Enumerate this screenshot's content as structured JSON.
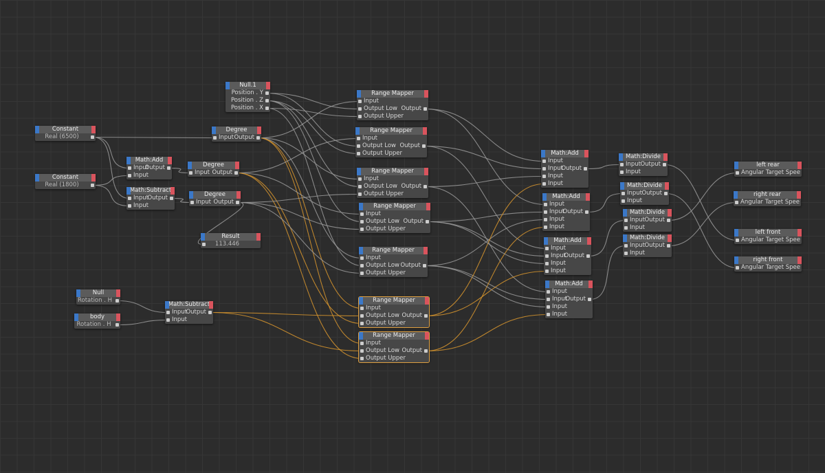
{
  "editor": {
    "title": "XPresso node editor"
  },
  "nodes": [
    {
      "title": "Constant",
      "rows": [
        {
          "c": "Real (6500)"
        }
      ]
    },
    {
      "title": "Constant",
      "rows": [
        {
          "c": "Real (1800)"
        }
      ]
    },
    {
      "title": "Null.1",
      "rows": [
        {
          "r": "Position . Y"
        },
        {
          "r": "Position . Z"
        },
        {
          "r": "Position . X"
        }
      ]
    },
    {
      "title": "Degree",
      "rows": [
        {
          "l": "Input",
          "r": "Output"
        }
      ]
    },
    {
      "title": "Math:Add",
      "rows": [
        {
          "l": "Input",
          "r": "Output"
        },
        {
          "l": "Input"
        }
      ]
    },
    {
      "title": "Math:Subtract",
      "rows": [
        {
          "l": "Input",
          "r": "Output"
        },
        {
          "l": "Input"
        }
      ]
    },
    {
      "title": "Degree",
      "rows": [
        {
          "l": "Input",
          "r": "Output"
        }
      ]
    },
    {
      "title": "Degree",
      "rows": [
        {
          "l": "Input",
          "r": "Output"
        }
      ]
    },
    {
      "title": "Result",
      "rows": [
        {
          "c": "113.446"
        }
      ]
    },
    {
      "title": "Null",
      "rows": [
        {
          "c": "Rotation . H"
        }
      ]
    },
    {
      "title": "body",
      "rows": [
        {
          "c": "Rotation . H"
        }
      ]
    },
    {
      "title": "Math:Subtract",
      "rows": [
        {
          "l": "Input",
          "r": "Output"
        },
        {
          "l": "Input"
        }
      ]
    },
    {
      "title": "Range Mapper",
      "rows": [
        {
          "l": "Input"
        },
        {
          "l": "Output Low",
          "r": "Output"
        },
        {
          "l": "Output Upper"
        }
      ]
    },
    {
      "title": "Range Mapper",
      "rows": [
        {
          "l": "Input"
        },
        {
          "l": "Output Low",
          "r": "Output"
        },
        {
          "l": "Output Upper"
        }
      ]
    },
    {
      "title": "Range Mapper",
      "rows": [
        {
          "l": "Input"
        },
        {
          "l": "Output Low",
          "r": "Output"
        },
        {
          "l": "Output Upper"
        }
      ]
    },
    {
      "title": "Range Mapper",
      "rows": [
        {
          "l": "Input"
        },
        {
          "l": "Output Low",
          "r": "Output"
        },
        {
          "l": "Output Upper"
        }
      ]
    },
    {
      "title": "Range Mapper",
      "rows": [
        {
          "l": "Input"
        },
        {
          "l": "Output Low",
          "r": "Output"
        },
        {
          "l": "Output Upper"
        }
      ]
    },
    {
      "title": "Range Mapper",
      "rows": [
        {
          "l": "Input"
        },
        {
          "l": "Output Low",
          "r": "Output"
        },
        {
          "l": "Output Upper"
        }
      ]
    },
    {
      "title": "Range Mapper",
      "rows": [
        {
          "l": "Input"
        },
        {
          "l": "Output Low",
          "r": "Output"
        },
        {
          "l": "Output Upper"
        }
      ]
    },
    {
      "title": "Math:Add",
      "rows": [
        {
          "l": "Input"
        },
        {
          "l": "Input",
          "r": "Output"
        },
        {
          "l": "Input"
        },
        {
          "l": "Input"
        }
      ]
    },
    {
      "title": "Math:Add",
      "rows": [
        {
          "l": "Input"
        },
        {
          "l": "Input",
          "r": "Output"
        },
        {
          "l": "Input"
        },
        {
          "l": "Input"
        }
      ]
    },
    {
      "title": "Math:Add",
      "rows": [
        {
          "l": "Input"
        },
        {
          "l": "Input",
          "r": "Output"
        },
        {
          "l": "Input"
        },
        {
          "l": "Input"
        }
      ]
    },
    {
      "title": "Math:Add",
      "rows": [
        {
          "l": "Input"
        },
        {
          "l": "Input",
          "r": "Output"
        },
        {
          "l": "Input"
        },
        {
          "l": "Input"
        }
      ]
    },
    {
      "title": "Math:Divide",
      "rows": [
        {
          "l": "Input",
          "r": "Output"
        },
        {
          "l": "Input"
        }
      ]
    },
    {
      "title": "Math:Divide",
      "rows": [
        {
          "l": "Input",
          "r": "Output"
        },
        {
          "l": "Input"
        }
      ]
    },
    {
      "title": "Math:Divide",
      "rows": [
        {
          "l": "Input",
          "r": "Output"
        },
        {
          "l": "Input"
        }
      ]
    },
    {
      "title": "Math:Divide",
      "rows": [
        {
          "l": "Input",
          "r": "Output"
        },
        {
          "l": "Input"
        }
      ]
    },
    {
      "title": "left rear",
      "rows": [
        {
          "l": "Angular Target Spee"
        }
      ]
    },
    {
      "title": "right rear",
      "rows": [
        {
          "l": "Angular Target Spee"
        }
      ]
    },
    {
      "title": "left front",
      "rows": [
        {
          "l": "Angular Target Spee"
        }
      ]
    },
    {
      "title": "right front",
      "rows": [
        {
          "l": "Angular Target Spee"
        }
      ]
    }
  ],
  "colors": {
    "wire": "#9a9a9a",
    "wire_selected": "#d7952e",
    "header_left": "#3b78c8",
    "header_right": "#d9545d"
  }
}
